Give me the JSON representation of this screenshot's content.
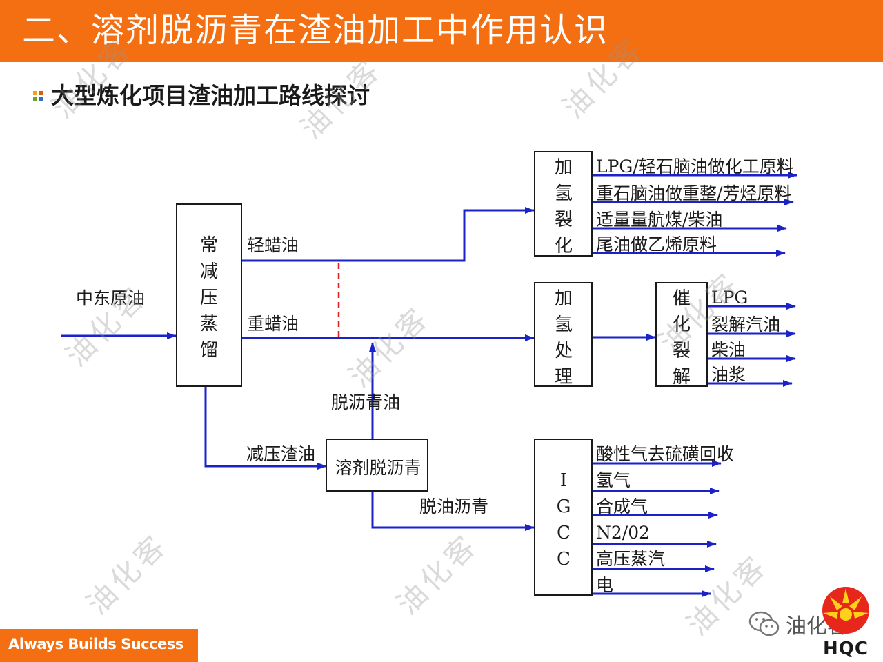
{
  "header": {
    "title": "二、溶剂脱沥青在渣油加工中作用认识"
  },
  "subtitle": "大型炼化项目渣油加工路线探讨",
  "diagram": {
    "feed": "中东原油",
    "distillation": [
      "常",
      "减",
      "压",
      "蒸",
      "馏"
    ],
    "light_wax": "轻蜡油",
    "heavy_wax": "重蜡油",
    "vacuum_residue": "减压渣油",
    "dao": "脱沥青油",
    "sda": "溶剂脱沥青",
    "deoiled_asphalt": "脱油沥青",
    "hydrocracking": {
      "box": [
        "加",
        "氢",
        "裂",
        "化"
      ],
      "products": [
        "LPG/轻石脑油做化工原料",
        "重石脑油做重整/芳烃原料",
        "适量量航煤/柴油",
        "尾油做乙烯原料"
      ]
    },
    "hydrotreating": {
      "box": [
        "加",
        "氢",
        "处",
        "理"
      ]
    },
    "fcc": {
      "box": [
        "催",
        "化",
        "裂",
        "解"
      ],
      "products": [
        "LPG",
        "裂解汽油",
        "柴油",
        "油浆"
      ]
    },
    "igcc": {
      "box": [
        "I",
        "G",
        "C",
        "C"
      ],
      "products": [
        "酸性气去硫磺回收",
        "氢气",
        "合成气",
        "N2/02",
        "高压蒸汽",
        "电"
      ]
    }
  },
  "footer": {
    "slogan": "Always Builds Success"
  },
  "wechat": {
    "label": "油化客"
  },
  "logo": {
    "text": "HQC"
  },
  "watermark": "油化客",
  "colors": {
    "accent": "#f46f12",
    "line": "#1a22c8",
    "dashed": "#e02020"
  }
}
